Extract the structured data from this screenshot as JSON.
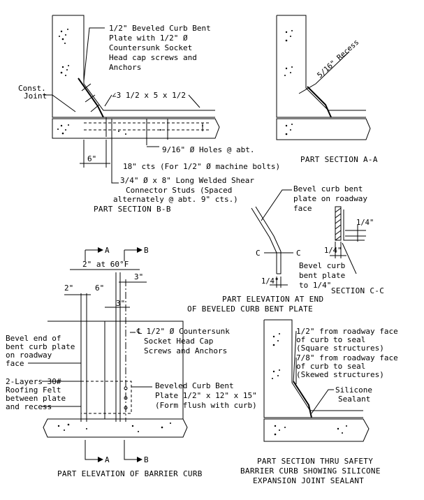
{
  "part_section_bb": {
    "plate_note": [
      "1/2\" Beveled Curb Bent",
      "Plate with 1/2\" Ø",
      "Countersunk Socket",
      "Head cap screws and",
      "Anchors"
    ],
    "const_joint": [
      "Const.",
      "Joint"
    ],
    "angle": "∠3 1/2 x 5 x 1/2",
    "dim_6": "6\"",
    "holes": "9/16\" Ø Holes @ abt.",
    "holes2": "18\" cts (For 1/2\" Ø machine bolts)",
    "studs": "3/4\" Ø x 8\" Long Welded Shear",
    "studs2": "Connector Studs (Spaced",
    "studs3": "alternately @ abt. 9\" cts.)",
    "title": "PART SECTION B-B"
  },
  "part_section_aa": {
    "recess": "5/16\" Recess",
    "title": "PART SECTION A-A"
  },
  "part_elevation_end": {
    "bevel_note": [
      "Bevel curb bent",
      "plate on roadway",
      "face"
    ],
    "c_left": "C",
    "c_right": "C",
    "dim_quarter": "1/4\"",
    "title1": "PART ELEVATION AT END",
    "title2": "OF BEVELED CURB BENT PLATE"
  },
  "section_cc": {
    "dim_top": "1/4\"",
    "dim_left": "1/4\"",
    "note": [
      "Bevel curb",
      "bent plate",
      "to 1/4\""
    ],
    "title": "SECTION C-C"
  },
  "part_elevation_barrier": {
    "mark_a": "A",
    "mark_b": "B",
    "dim_2_60f": "2\" at 60°F",
    "dim_3": "3\"",
    "dim_2": "2\"",
    "dim_6": "6\"",
    "dim_3b": "3\"",
    "centerline_note": [
      "℄ 1/2\" Ø Countersunk",
      "Socket Head Cap",
      "Screws and Anchors"
    ],
    "bevel_end_note": [
      "Bevel end of",
      "bent curb plate",
      "on roadway",
      "face"
    ],
    "felt_note": [
      "2-Layers 30#",
      "Roofing Felt",
      "between plate",
      "and recess"
    ],
    "plate_note": [
      "Beveled Curb Bent",
      "Plate 1/2\" x 12\" x 15\"",
      "(Form flush with curb)"
    ],
    "title": "PART ELEVATION OF BARRIER CURB"
  },
  "part_section_seal": {
    "note1": [
      "1/2\" from roadway face",
      "of curb to seal",
      "(Square structures)"
    ],
    "note2": [
      "7/8\" from roadway face",
      "of curb to seal",
      "(Skewed structures)"
    ],
    "sealant": [
      "Silicone",
      "Sealant"
    ],
    "title": [
      "PART SECTION THRU SAFETY",
      "BARRIER CURB SHOWING SILICONE",
      "EXPANSION JOINT SEALANT"
    ]
  }
}
